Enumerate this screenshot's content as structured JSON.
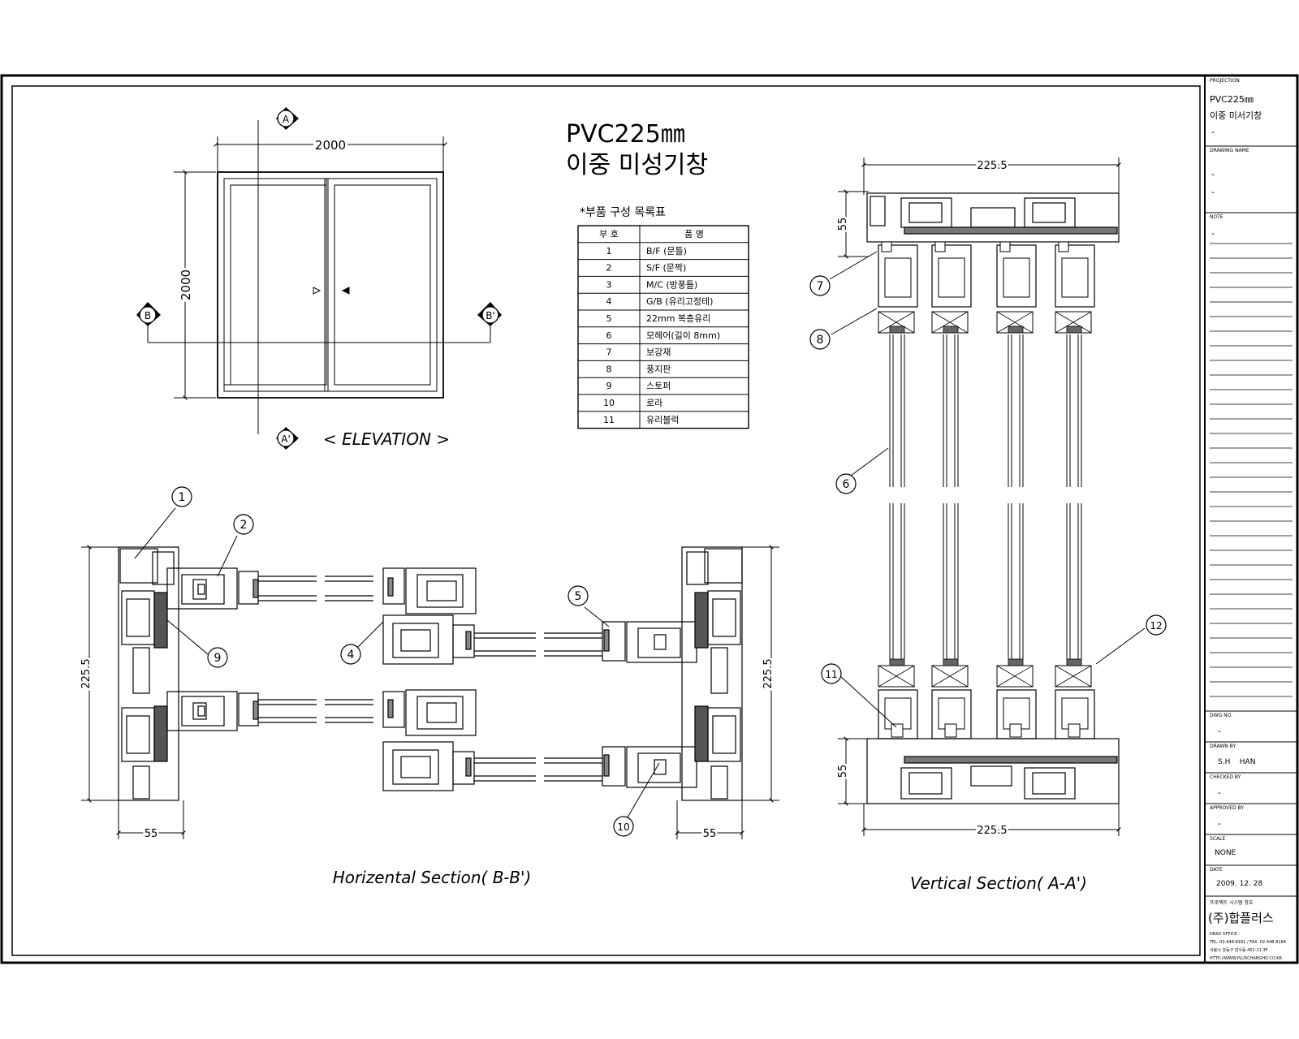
{
  "title": {
    "line1": "PVC225㎜",
    "line2": "이중 미성기창"
  },
  "elevation": {
    "label": "< ELEVATION >",
    "width_dim": "2000",
    "height_dim": "2000",
    "markers": {
      "a": "A",
      "a_prime": "A'",
      "b": "B",
      "b_prime": "B'"
    }
  },
  "parts_table": {
    "caption": "*부품 구성 목록표",
    "headers": [
      "부 호",
      "품 명"
    ],
    "rows": [
      {
        "no": "1",
        "name": "B/F (문틀)"
      },
      {
        "no": "2",
        "name": "S/F (문짝)"
      },
      {
        "no": "3",
        "name": "M/C (방풍틀)"
      },
      {
        "no": "4",
        "name": "G/B (유리고정테)"
      },
      {
        "no": "5",
        "name": "22mm 복층유리"
      },
      {
        "no": "6",
        "name": "모헤어(길이 8mm)"
      },
      {
        "no": "7",
        "name": "보강재"
      },
      {
        "no": "8",
        "name": "풍지판"
      },
      {
        "no": "9",
        "name": "스토퍼"
      },
      {
        "no": "10",
        "name": "로라"
      },
      {
        "no": "11",
        "name": "유리블럭"
      }
    ]
  },
  "horizontal_section": {
    "caption": "Horizental Section( B-B')",
    "dim_left_height": "225.5",
    "dim_right_height": "225.5",
    "dim_left_width": "55",
    "dim_right_width": "55",
    "callouts": [
      "1",
      "2",
      "9",
      "4",
      "5",
      "10"
    ]
  },
  "vertical_section": {
    "caption": "Vertical Section( A-A')",
    "dim_top": "225.5",
    "dim_bottom": "225.5",
    "dim_top_height": "55",
    "dim_bottom_height": "55",
    "callouts": [
      "7",
      "8",
      "6",
      "11",
      "12"
    ]
  },
  "title_block": {
    "projection_label": "PROJECTION",
    "project_name": "PVC225㎜",
    "project_sub": "이중 미서기창",
    "project_dash": "-",
    "drawing_name_label": "DRAWING NAME",
    "drawing_name_1": "-",
    "drawing_name_2": "-",
    "note_label": "NOTE",
    "note_value": "-",
    "dwg_no_label": "DWG NO.",
    "dwg_no": "-",
    "drawn_by_label": "DRAWN BY",
    "drawn_by": "S.H    HAN",
    "checked_by_label": "CHECKED BY",
    "checked_by": "-",
    "approved_by_label": "APPROVED BY",
    "approved_by": "-",
    "scale_label": "SCALE",
    "scale": "NONE",
    "date_label": "DATE",
    "date": "2009. 12. 28",
    "company_pre": "프로젝트 시스템 창호",
    "company": "(주)합플러스",
    "office_label": "HEAD OFFICE :",
    "tel": "TEL. 02-448-8181 / FAX. 02-448-8184",
    "address": "서울시 강동구 암사동 452-11 3F",
    "url": "HTTP://WWW.PLUSCHANGHO.CO.KR"
  }
}
